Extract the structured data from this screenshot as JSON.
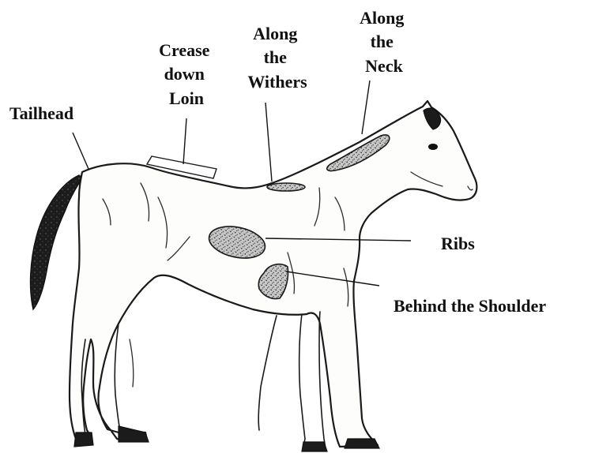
{
  "labels": {
    "tailhead": "Tailhead",
    "crease_down_loin": [
      "Crease",
      "down",
      "Loin"
    ],
    "along_the_withers": [
      "Along",
      "the",
      "Withers"
    ],
    "along_the_neck": [
      "Along",
      "the",
      "Neck"
    ],
    "ribs": "Ribs",
    "behind_the_shoulder": "Behind the Shoulder"
  },
  "colors": {
    "line": "#1a1a1a",
    "zone_fill": "#9a9a9a",
    "background": "#ffffff"
  }
}
